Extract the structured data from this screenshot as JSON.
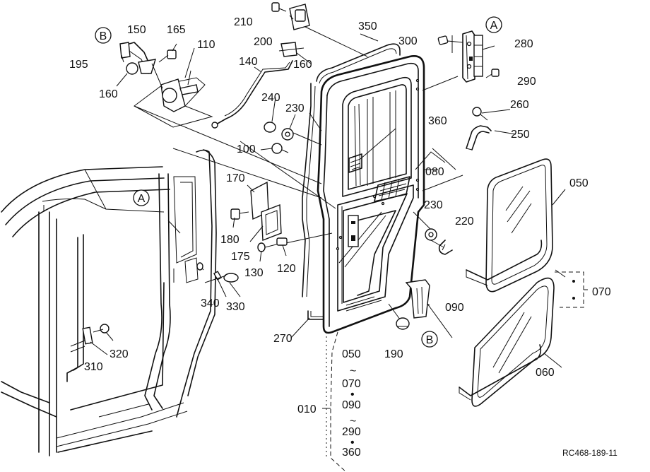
{
  "callouts": {
    "c010": "010",
    "c050": "050",
    "c060": "060",
    "c070": "070",
    "c080": "080",
    "c090": "090",
    "c100": "100",
    "c110": "110",
    "c120": "120",
    "c130": "130",
    "c140": "140",
    "c150": "150",
    "c160a": "160",
    "c160b": "160",
    "c165": "165",
    "c170": "170",
    "c175": "175",
    "c180": "180",
    "c190": "190",
    "c195": "195",
    "c200": "200",
    "c210": "210",
    "c220": "220",
    "c230a": "230",
    "c230b": "230",
    "c240": "240",
    "c250": "250",
    "c260": "260",
    "c270": "270",
    "c280": "280",
    "c290": "290",
    "c300": "300",
    "c310": "310",
    "c320": "320",
    "c330": "330",
    "c340": "340",
    "c350": "350",
    "c360": "360"
  },
  "markers": {
    "A1": "A",
    "A2": "A",
    "B1": "B",
    "B2": "B"
  },
  "range_list": {
    "r1": "050",
    "t1": "~",
    "r2": "070",
    "d1": "•",
    "r3": "090",
    "t2": "~",
    "r4": "290",
    "d2": "•",
    "r5": "360"
  },
  "drawing_code": "RC468-189-11"
}
